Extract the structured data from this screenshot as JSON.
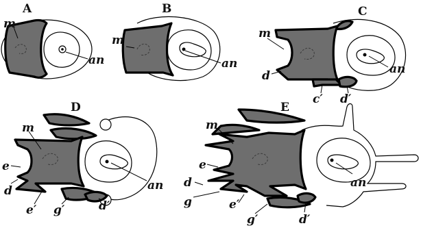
{
  "panels": {
    "A": {
      "title": "A",
      "labels": {
        "m": "m",
        "an": "an"
      }
    },
    "B": {
      "title": "B",
      "labels": {
        "m": "m",
        "an": "an"
      }
    },
    "C": {
      "title": "C",
      "labels": {
        "m": "m",
        "d": "d",
        "c_prime": "c′",
        "d_prime": "d′",
        "an": "an"
      }
    },
    "D": {
      "title": "D",
      "labels": {
        "m": "m",
        "e": "e",
        "d": "d",
        "e_prime": "e′",
        "g_prime": "g′",
        "d_prime": "d′",
        "an": "an"
      }
    },
    "E": {
      "title": "E",
      "labels": {
        "m": "m",
        "e": "e",
        "d": "d",
        "g": "g",
        "e_prime": "e′",
        "g_prime": "g′",
        "d_prime": "d′",
        "an": "an"
      }
    }
  }
}
